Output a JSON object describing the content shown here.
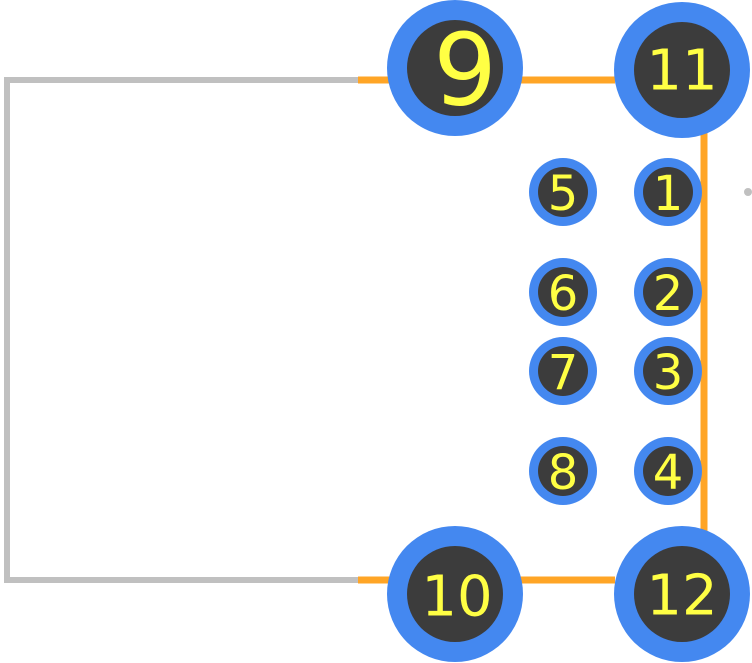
{
  "colors": {
    "background": "#ffffff",
    "outline": "#c0c0c0",
    "trace": "#ffa526",
    "pad_ring": "#4488f0",
    "pad_hole": "#3c3c3c",
    "label": "#ffff44"
  },
  "pins": [
    {
      "id": "pin-1",
      "label": "1",
      "size": "small"
    },
    {
      "id": "pin-2",
      "label": "2",
      "size": "small"
    },
    {
      "id": "pin-3",
      "label": "3",
      "size": "small"
    },
    {
      "id": "pin-4",
      "label": "4",
      "size": "small"
    },
    {
      "id": "pin-5",
      "label": "5",
      "size": "small"
    },
    {
      "id": "pin-6",
      "label": "6",
      "size": "small"
    },
    {
      "id": "pin-7",
      "label": "7",
      "size": "small"
    },
    {
      "id": "pin-8",
      "label": "8",
      "size": "small"
    },
    {
      "id": "pin-9",
      "label": "9",
      "size": "large"
    },
    {
      "id": "pin-10",
      "label": "10",
      "size": "large"
    },
    {
      "id": "pin-11",
      "label": "11",
      "size": "large"
    },
    {
      "id": "pin-12",
      "label": "12",
      "size": "large"
    }
  ]
}
